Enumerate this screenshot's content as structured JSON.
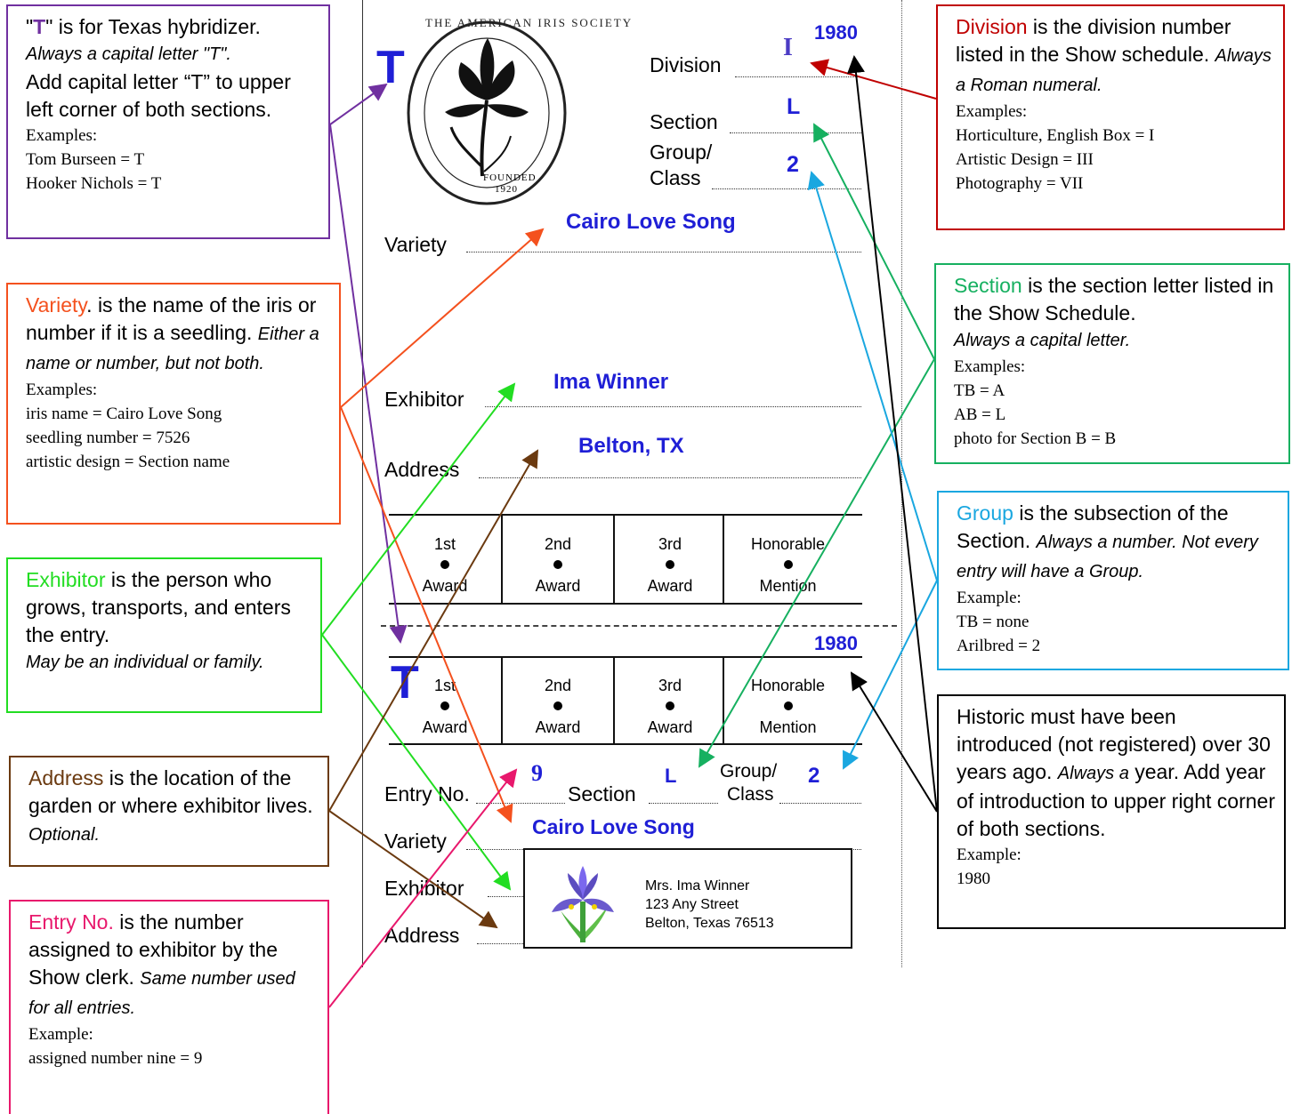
{
  "card": {
    "logo_text": "THE AMERICAN IRIS SOCIETY",
    "logo_founded": "FOUNDED",
    "logo_year": "1920",
    "hybridizer_mark": "T",
    "year_top": "1980",
    "year_bottom": "1980",
    "labels": {
      "division": "Division",
      "section": "Section",
      "group_class_1": "Group/",
      "group_class_2": "Class",
      "variety": "Variety",
      "exhibitor": "Exhibitor",
      "address": "Address",
      "entry_no": "Entry No.",
      "section_bottom": "Section"
    },
    "values": {
      "division": "I",
      "section": "L",
      "group": "2",
      "variety": "Cairo Love Song",
      "exhibitor": "Ima Winner",
      "address": "Belton, TX",
      "entry_no": "9",
      "section_bottom": "L",
      "group_bottom": "2",
      "variety_bottom": "Cairo Love Song"
    },
    "awards": [
      {
        "top": "1st",
        "bottom": "Award"
      },
      {
        "top": "2nd",
        "bottom": "Award"
      },
      {
        "top": "3rd",
        "bottom": "Award"
      },
      {
        "top": "Honorable",
        "bottom": "Mention"
      }
    ],
    "sticker": {
      "line1": "Mrs. Ima Winner",
      "line2": "123 Any Street",
      "line3": "Belton, Texas 76513"
    }
  },
  "annotations": {
    "t": {
      "q1": "\"",
      "key": "T",
      "q2": "\" is for Texas hybridizer.",
      "italic": "Always a capital letter \"T\".",
      "body": "Add capital letter “T” to upper left corner of both sections.",
      "examples_label": "Examples:",
      "ex1": "Tom Burseen = T",
      "ex2": "Hooker Nichols = T",
      "color": "#7030a0"
    },
    "variety": {
      "key": "Variety",
      "body": ". is the name of the iris or number if it is a seedling.",
      "italic": "Either a name or number, but not both.",
      "examples_label": "Examples:",
      "ex1": "iris name = Cairo Love Song",
      "ex2": "seedling number = 7526",
      "ex3": "artistic design = Section name",
      "color": "#f4511e"
    },
    "exhibitor": {
      "key": "Exhibitor",
      "body": " is the person who grows, transports, and enters the entry.",
      "italic": "May be an individual or family.",
      "color": "#22dd22"
    },
    "address": {
      "key": "Address",
      "body": " is the location of the garden or where exhibitor lives.",
      "italic": "Optional.",
      "color": "#6b3a10"
    },
    "entry": {
      "key": "Entry No.",
      "body": " is the number assigned to exhibitor by the Show clerk.",
      "italic": "Same number used for all entries.",
      "examples_label": "Example:",
      "ex1": "assigned number nine = 9",
      "color": "#e8186c"
    },
    "division": {
      "key": "Division",
      "body": " is the division number listed in the Show schedule.",
      "italic": "Always a Roman numeral.",
      "examples_label": "Examples:",
      "ex1": "Horticulture, English Box = I",
      "ex2": "Artistic Design = III",
      "ex3": "Photography = VII",
      "color": "#c00000"
    },
    "section": {
      "key": "Section",
      "body": " is the section letter listed in the Show Schedule.",
      "italic": "Always a capital letter.",
      "examples_label": "Examples:",
      "ex1": "TB = A",
      "ex2": "AB = L",
      "ex3": "photo for Section B = B",
      "color": "#16b060"
    },
    "group": {
      "key": "Group",
      "body": " is the subsection of the Section.",
      "italic": "Always a number.  Not every entry will have a Group.",
      "examples_label": "Example:",
      "ex1": "TB = none",
      "ex2": "Arilbred = 2",
      "color": "#1aa7e0"
    },
    "historic": {
      "body1": "Historic must have been introduced (not registered) over 30 years ago.",
      "italic": "Always a",
      "body2": "year.  Add year of introduction to upper right corner of both sections.",
      "examples_label": "Example:",
      "ex1": "1980",
      "color": "#000000"
    }
  }
}
